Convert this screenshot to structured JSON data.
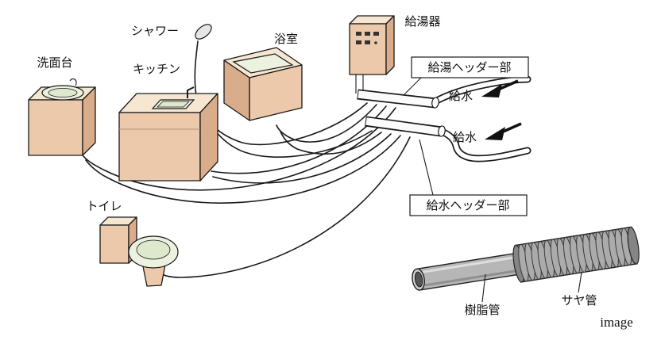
{
  "diagram": {
    "fixtures": {
      "washbasin": "洗面台",
      "shower": "シャワー",
      "kitchen": "キッチン",
      "bathroom": "浴室",
      "water_heater": "給湯器",
      "toilet": "トイレ"
    },
    "headers": {
      "hot_water_header": "給湯ヘッダー部",
      "cold_water_header": "給水ヘッダー部"
    },
    "supply": {
      "water_supply_top": "給水",
      "water_supply_bottom": "給水"
    },
    "pipe_photo": {
      "resin_pipe": "樹脂管",
      "sheath_pipe": "サヤ管",
      "caption": "image"
    },
    "colors": {
      "fixture_front": "#ecc9ab",
      "fixture_top": "#f6e7d2",
      "fixture_side": "#d9ad8c",
      "basin": "#edf2e0",
      "outline": "#1a1a1a",
      "sheath_gray": "#999999",
      "resin_gray": "#b6b6b6",
      "background": "#ffffff"
    }
  }
}
